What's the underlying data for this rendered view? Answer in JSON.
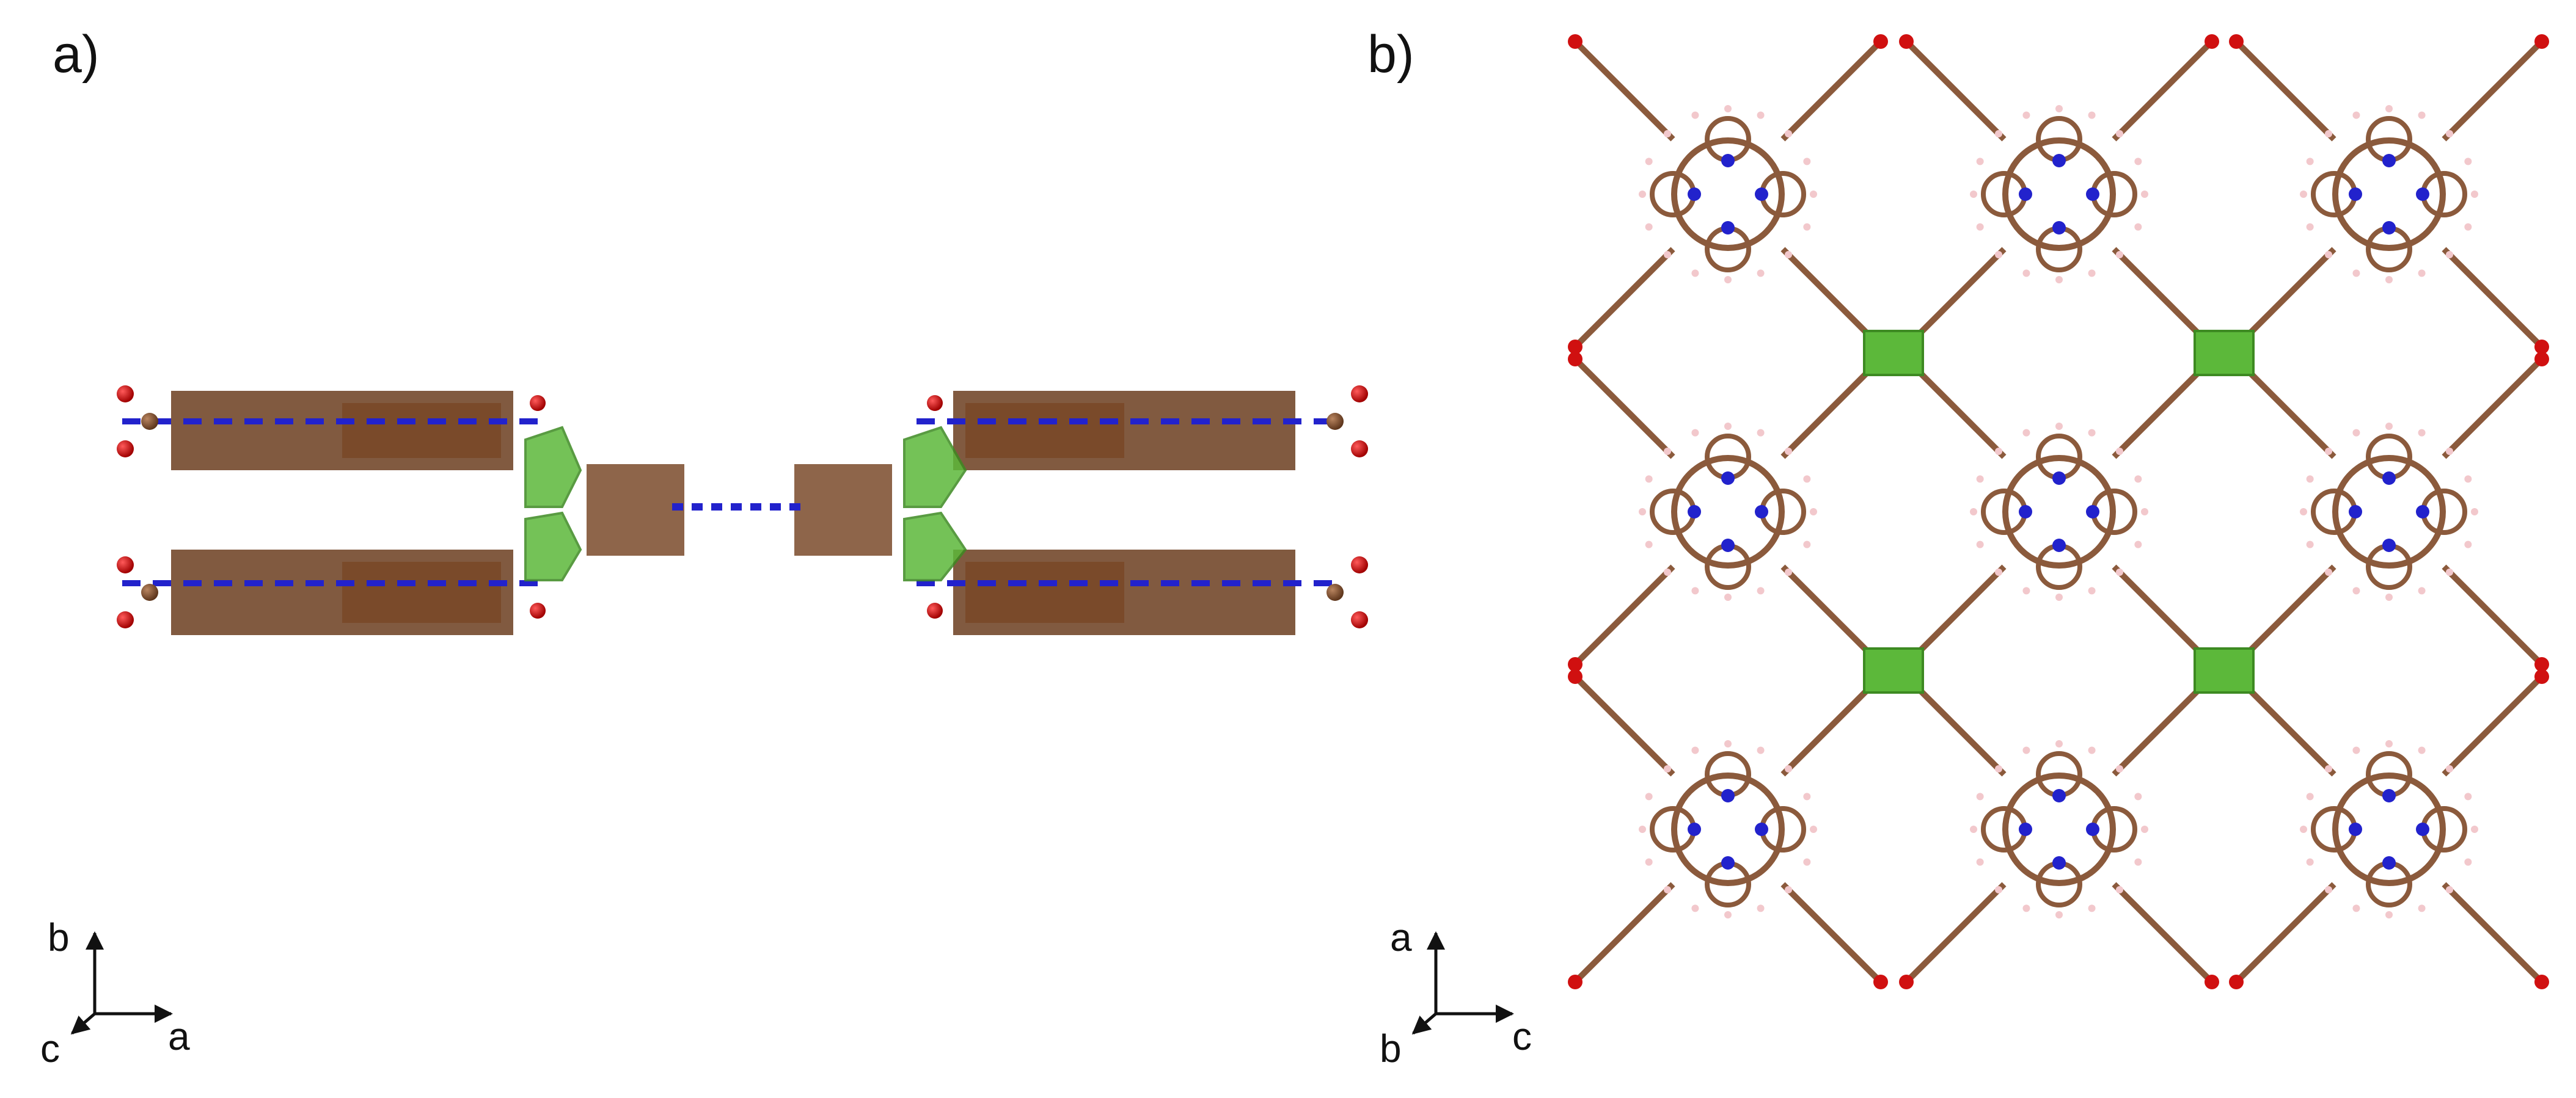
{
  "panels": [
    {
      "id": "a",
      "label": "a)",
      "axes": {
        "vertical": "b",
        "horizontal": "a",
        "depth": "c"
      }
    },
    {
      "id": "b",
      "label": "b)",
      "axes": {
        "vertical": "a",
        "horizontal": "c",
        "depth": "b"
      }
    }
  ],
  "colors": {
    "carbon": "#7a4a2a",
    "carbon_highlight": "#9c6a45",
    "bond": "#8b5a3c",
    "oxygen": "#d01010",
    "nitrogen": "#2222cc",
    "hydrogen": "#f2c8cc",
    "metal_polyhedron": "#5cb83a",
    "metal_polyhedron_edge": "#3d8a22"
  }
}
